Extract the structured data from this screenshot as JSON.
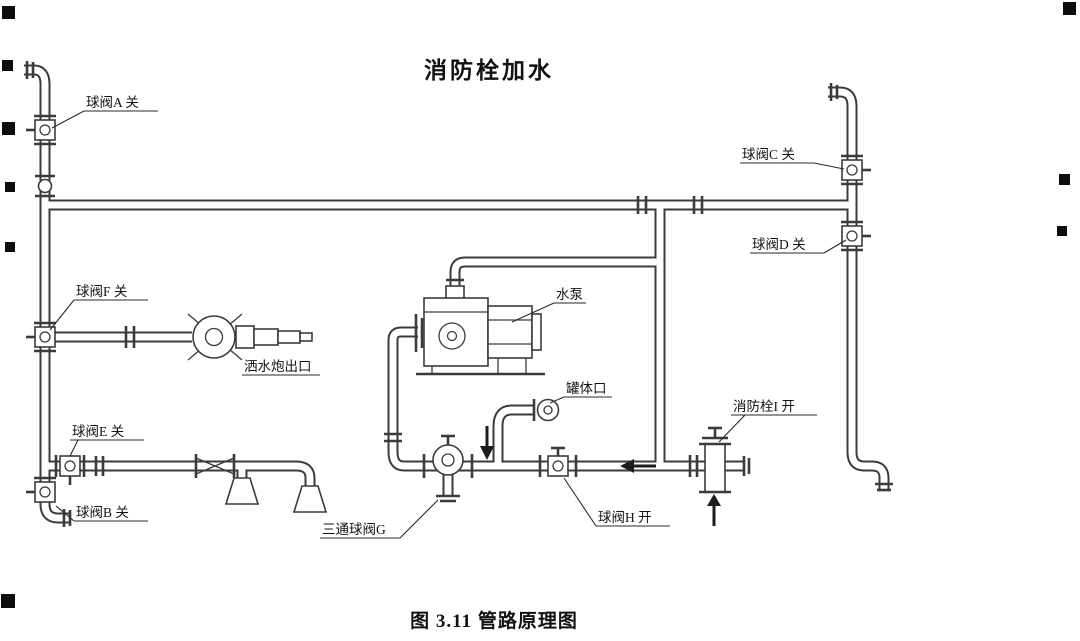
{
  "title": "消防栓加水",
  "caption": "图 3.11 管路原理图",
  "labels": {
    "valve_a": "球阀A 关",
    "valve_f": "球阀F 关",
    "valve_e": "球阀E 关",
    "valve_b": "球阀B 关",
    "valve_c": "球阀C 关",
    "valve_d": "球阀D 关",
    "valve_h": "球阀H 开",
    "hydrant_i": "消防栓I 开",
    "three_way_g": "三通球阀G",
    "pump": "水泵",
    "tank_port": "罐体口",
    "cannon_outlet": "洒水炮出口"
  },
  "colors": {
    "line": "#3b3b3b",
    "text": "#141414",
    "background": "#ffffff"
  }
}
